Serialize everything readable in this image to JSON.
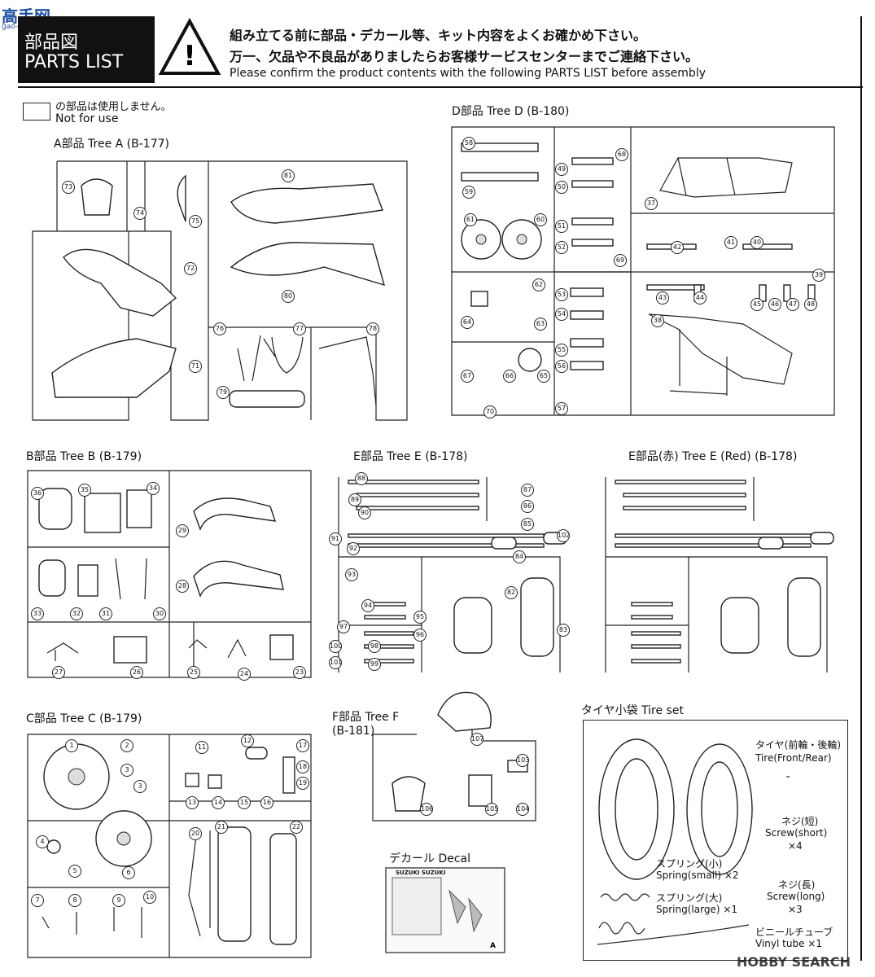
{
  "watermark_top": "高手网",
  "watermark_url": "gao-shou.com",
  "watermark_bottom": "HOBBY SEARCH",
  "header": {
    "title_jp": "部品図",
    "title_en": "PARTS LIST",
    "warning_line1": "組み立てる前に部品・デカール等、キット内容をよくお確かめ下さい。",
    "warning_line2": "万一、欠品や不良品がありましたらお客様サービスセンターまでご連絡下さい。",
    "warning_line3": "Please confirm the product contents with the following PARTS LIST before assembly"
  },
  "legend": {
    "jp": "の部品は使用しません。",
    "en": "Not for use"
  },
  "trees": {
    "A": "A部品 Tree A (B-177)",
    "B": "B部品 Tree B (B-179)",
    "C": "C部品 Tree C (B-179)",
    "D": "D部品 Tree D (B-180)",
    "E": "E部品 Tree E (B-178)",
    "E_red": "E部品(赤) Tree E (Red) (B-178)",
    "F1": "F部品 Tree F",
    "F2": "(B-181)"
  },
  "decal": {
    "title": "デカール Decal",
    "brand": "SUZUKI SUZUKI"
  },
  "tire_set": {
    "title": "タイヤ小袋 Tire set",
    "tire_jp": "タイヤ(前輪・後輪)",
    "tire_en": "Tire(Front/Rear)",
    "screw_short_jp": "ネジ(短)",
    "screw_short_en": "Screw(short)",
    "screw_short_qty": "×4",
    "spring_small_jp": "スプリング(小)",
    "spring_small_en": "Spring(small) ×2",
    "screw_long_jp": "ネジ(長)",
    "screw_long_en": "Screw(long)",
    "screw_long_qty": "×3",
    "spring_large_jp": "スプリング(大)",
    "spring_large_en": "Spring(large) ×1",
    "vinyl_jp": "ビニールチューブ",
    "vinyl_en": "Vinyl tube ×1"
  },
  "part_numbers": {
    "A": [
      "73",
      "74",
      "75",
      "81",
      "72",
      "80",
      "76",
      "77",
      "78",
      "71",
      "79"
    ],
    "D": [
      "58",
      "59",
      "49",
      "50",
      "68",
      "37",
      "61",
      "60",
      "51",
      "52",
      "69",
      "42",
      "41",
      "40",
      "39",
      "62",
      "64",
      "63",
      "53",
      "54",
      "43",
      "44",
      "45",
      "46",
      "47",
      "48",
      "55",
      "56",
      "38",
      "67",
      "66",
      "65",
      "57",
      "70"
    ],
    "B": [
      "36",
      "35",
      "34",
      "29",
      "33",
      "32",
      "31",
      "30",
      "28",
      "27",
      "26",
      "25",
      "24",
      "23"
    ],
    "E": [
      "88",
      "87",
      "89",
      "86",
      "90",
      "85",
      "91",
      "92",
      "102",
      "84",
      "93",
      "82",
      "94",
      "95",
      "97",
      "96",
      "83",
      "100",
      "98",
      "101",
      "99"
    ],
    "C": [
      "1",
      "2",
      "3",
      "3",
      "11",
      "12",
      "17",
      "18",
      "19",
      "13",
      "14",
      "15",
      "16",
      "6",
      "4",
      "5",
      "20",
      "21",
      "22",
      "7",
      "8",
      "9",
      "10"
    ],
    "F": [
      "107",
      "103",
      "106",
      "105",
      "104"
    ]
  }
}
